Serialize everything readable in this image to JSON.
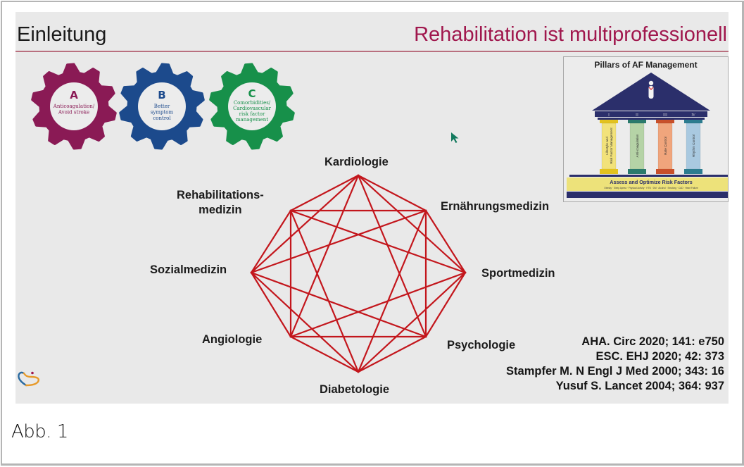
{
  "slide": {
    "title_left": "Einleitung",
    "title_right": "Rehabilitation ist multiprofessionell",
    "colors": {
      "title_accent": "#a0174d",
      "header_rule": "#b9707f",
      "network_lines": "#c3161c",
      "slide_bg": "#e9e9e9"
    }
  },
  "gears": [
    {
      "letter": "A",
      "lines": [
        "Anticoagulation/",
        "Avoid stroke"
      ],
      "color": "#8a1a55"
    },
    {
      "letter": "B",
      "lines": [
        "Better",
        "symptom",
        "control"
      ],
      "color": "#1c4a8c"
    },
    {
      "letter": "C",
      "lines": [
        "Comorbidities/",
        "Cardiovascular",
        "risk factor",
        "management"
      ],
      "color": "#17904a"
    }
  ],
  "network": {
    "nodes": [
      {
        "id": "kardiologie",
        "label": "Kardiologie"
      },
      {
        "id": "ernaehrung",
        "label": "Ernährungsmedizin"
      },
      {
        "id": "sport",
        "label": "Sportmedizin"
      },
      {
        "id": "psychologie",
        "label": "Psychologie"
      },
      {
        "id": "diabetologie",
        "label": "Diabetologie"
      },
      {
        "id": "angiologie",
        "label": "Angiologie"
      },
      {
        "id": "sozial",
        "label": "Sozialmedizin"
      },
      {
        "id": "rehab",
        "label_lines": [
          "Rehabilitations-",
          "medizin"
        ]
      }
    ]
  },
  "pillars": {
    "title": "Pillars of AF Management",
    "numerals": [
      "I",
      "II",
      "III",
      "IV"
    ],
    "columns": [
      {
        "label_lines": [
          "Lifestyle and",
          "Risk Factor Management"
        ],
        "color": "#f2e27a",
        "cap": "#e3c21f"
      },
      {
        "label_lines": [
          "Anti-coagulation"
        ],
        "color": "#b5d3a6",
        "cap": "#2a7a6c"
      },
      {
        "label_lines": [
          "Rate Control"
        ],
        "color": "#f0a57c",
        "cap": "#c8502a"
      },
      {
        "label_lines": [
          "Rhythm Control"
        ],
        "color": "#a9c9e0",
        "cap": "#2c7c8f"
      }
    ],
    "base_title": "Assess and Optimize Risk Factors",
    "base_subtitle": "Obesity · Sleep Apnea · Physical Activity · HTN · DM · Alcohol · Smoking · CAD · Heart Failure",
    "colors": {
      "roof": "#2b2f6b",
      "base": "#ede27a"
    }
  },
  "references": [
    "AHA. Circ 2020; 141: e750",
    "ESC. EHJ 2020; 42: 373",
    "Stampfer M. N Engl J Med 2000; 343: 16",
    "Yusuf S. Lancet 2004; 364: 937"
  ],
  "caption": "Abb. 1"
}
